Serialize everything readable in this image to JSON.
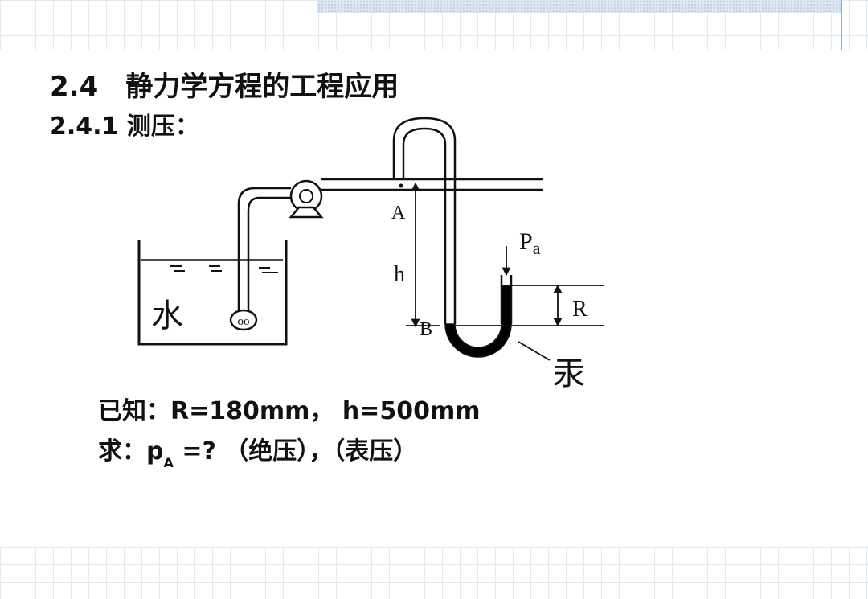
{
  "slide": {
    "title": "2.4　静力学方程的工程应用",
    "subtitle": "2.4.1 测压："
  },
  "diagram": {
    "label_water": "水",
    "label_pump_inlet": "oo",
    "label_A": "A",
    "label_h": "h",
    "label_B": "B",
    "label_Pa_main": "P",
    "label_Pa_sub": "a",
    "label_R": "R",
    "label_mercury": "汞",
    "water_surface_marks": [
      "≑",
      "≑",
      "≑"
    ]
  },
  "problem": {
    "given": "已知：R=180mm， h=500mm",
    "ask_prefix": "求：p",
    "ask_sub": "A",
    "ask_suffix": " =? （绝压），（表压）"
  },
  "colors": {
    "ink": "#111111",
    "mercury": "#000000",
    "grid": "#c5d3ea"
  }
}
